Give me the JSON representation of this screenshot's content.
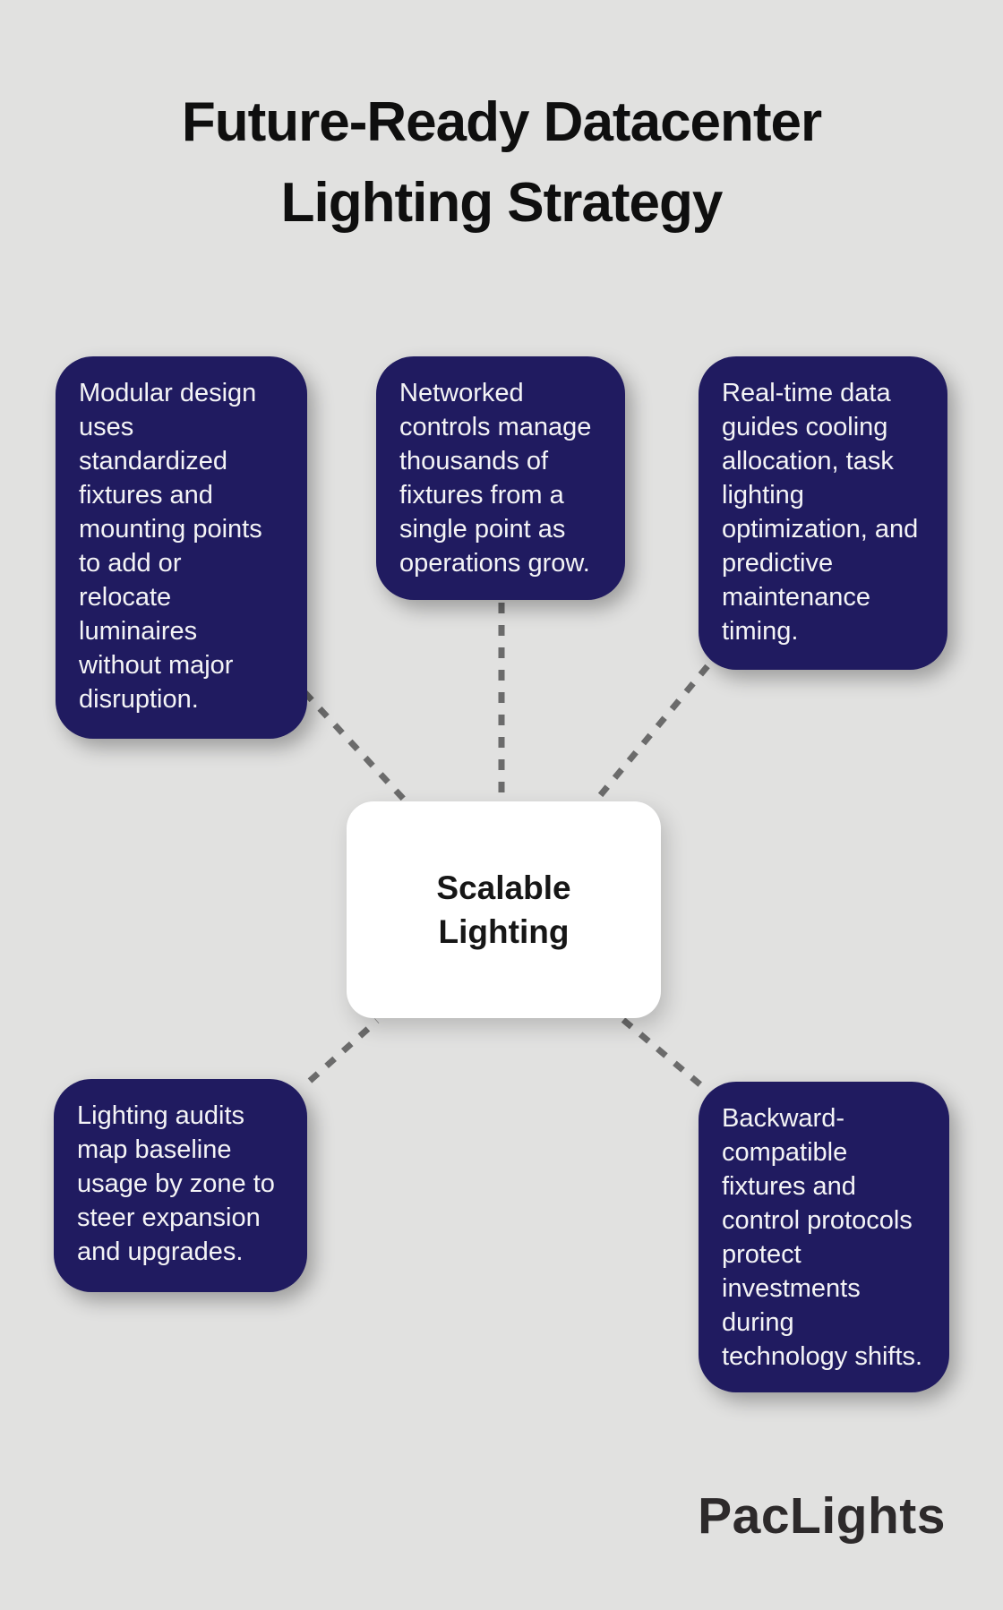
{
  "title": "Future-Ready Datacenter\nLighting Strategy",
  "center": {
    "label": "Scalable\nLighting"
  },
  "cards": {
    "top_left": {
      "text": "Modular design\nuses\nstandardized\nfixtures and\nmounting points\nto add or\nrelocate\nluminaires\nwithout major\ndisruption."
    },
    "top_middle": {
      "text": "Networked\ncontrols manage\nthousands of\nfixtures from a\nsingle point as\noperations grow."
    },
    "top_right": {
      "text": "Real-time data\nguides cooling\nallocation, task\nlighting\noptimization, and\npredictive\nmaintenance\ntiming."
    },
    "bottom_left": {
      "text": "Lighting audits\nmap baseline\nusage by zone to\nsteer expansion\nand upgrades."
    },
    "bottom_right": {
      "text": "Backward-\ncompatible\nfixtures and\ncontrol protocols\nprotect\ninvestments\nduring\ntechnology shifts."
    }
  },
  "logo": "PacLights",
  "colors": {
    "background": "#e1e1e0",
    "card_navy": "#201b60",
    "card_text": "#f4f4f6",
    "center_background": "#ffffff",
    "center_text": "#161616",
    "title_text": "#0f0f0f",
    "connector_gray": "#6b6b6b",
    "logo_gray": "#2d2a2b"
  }
}
